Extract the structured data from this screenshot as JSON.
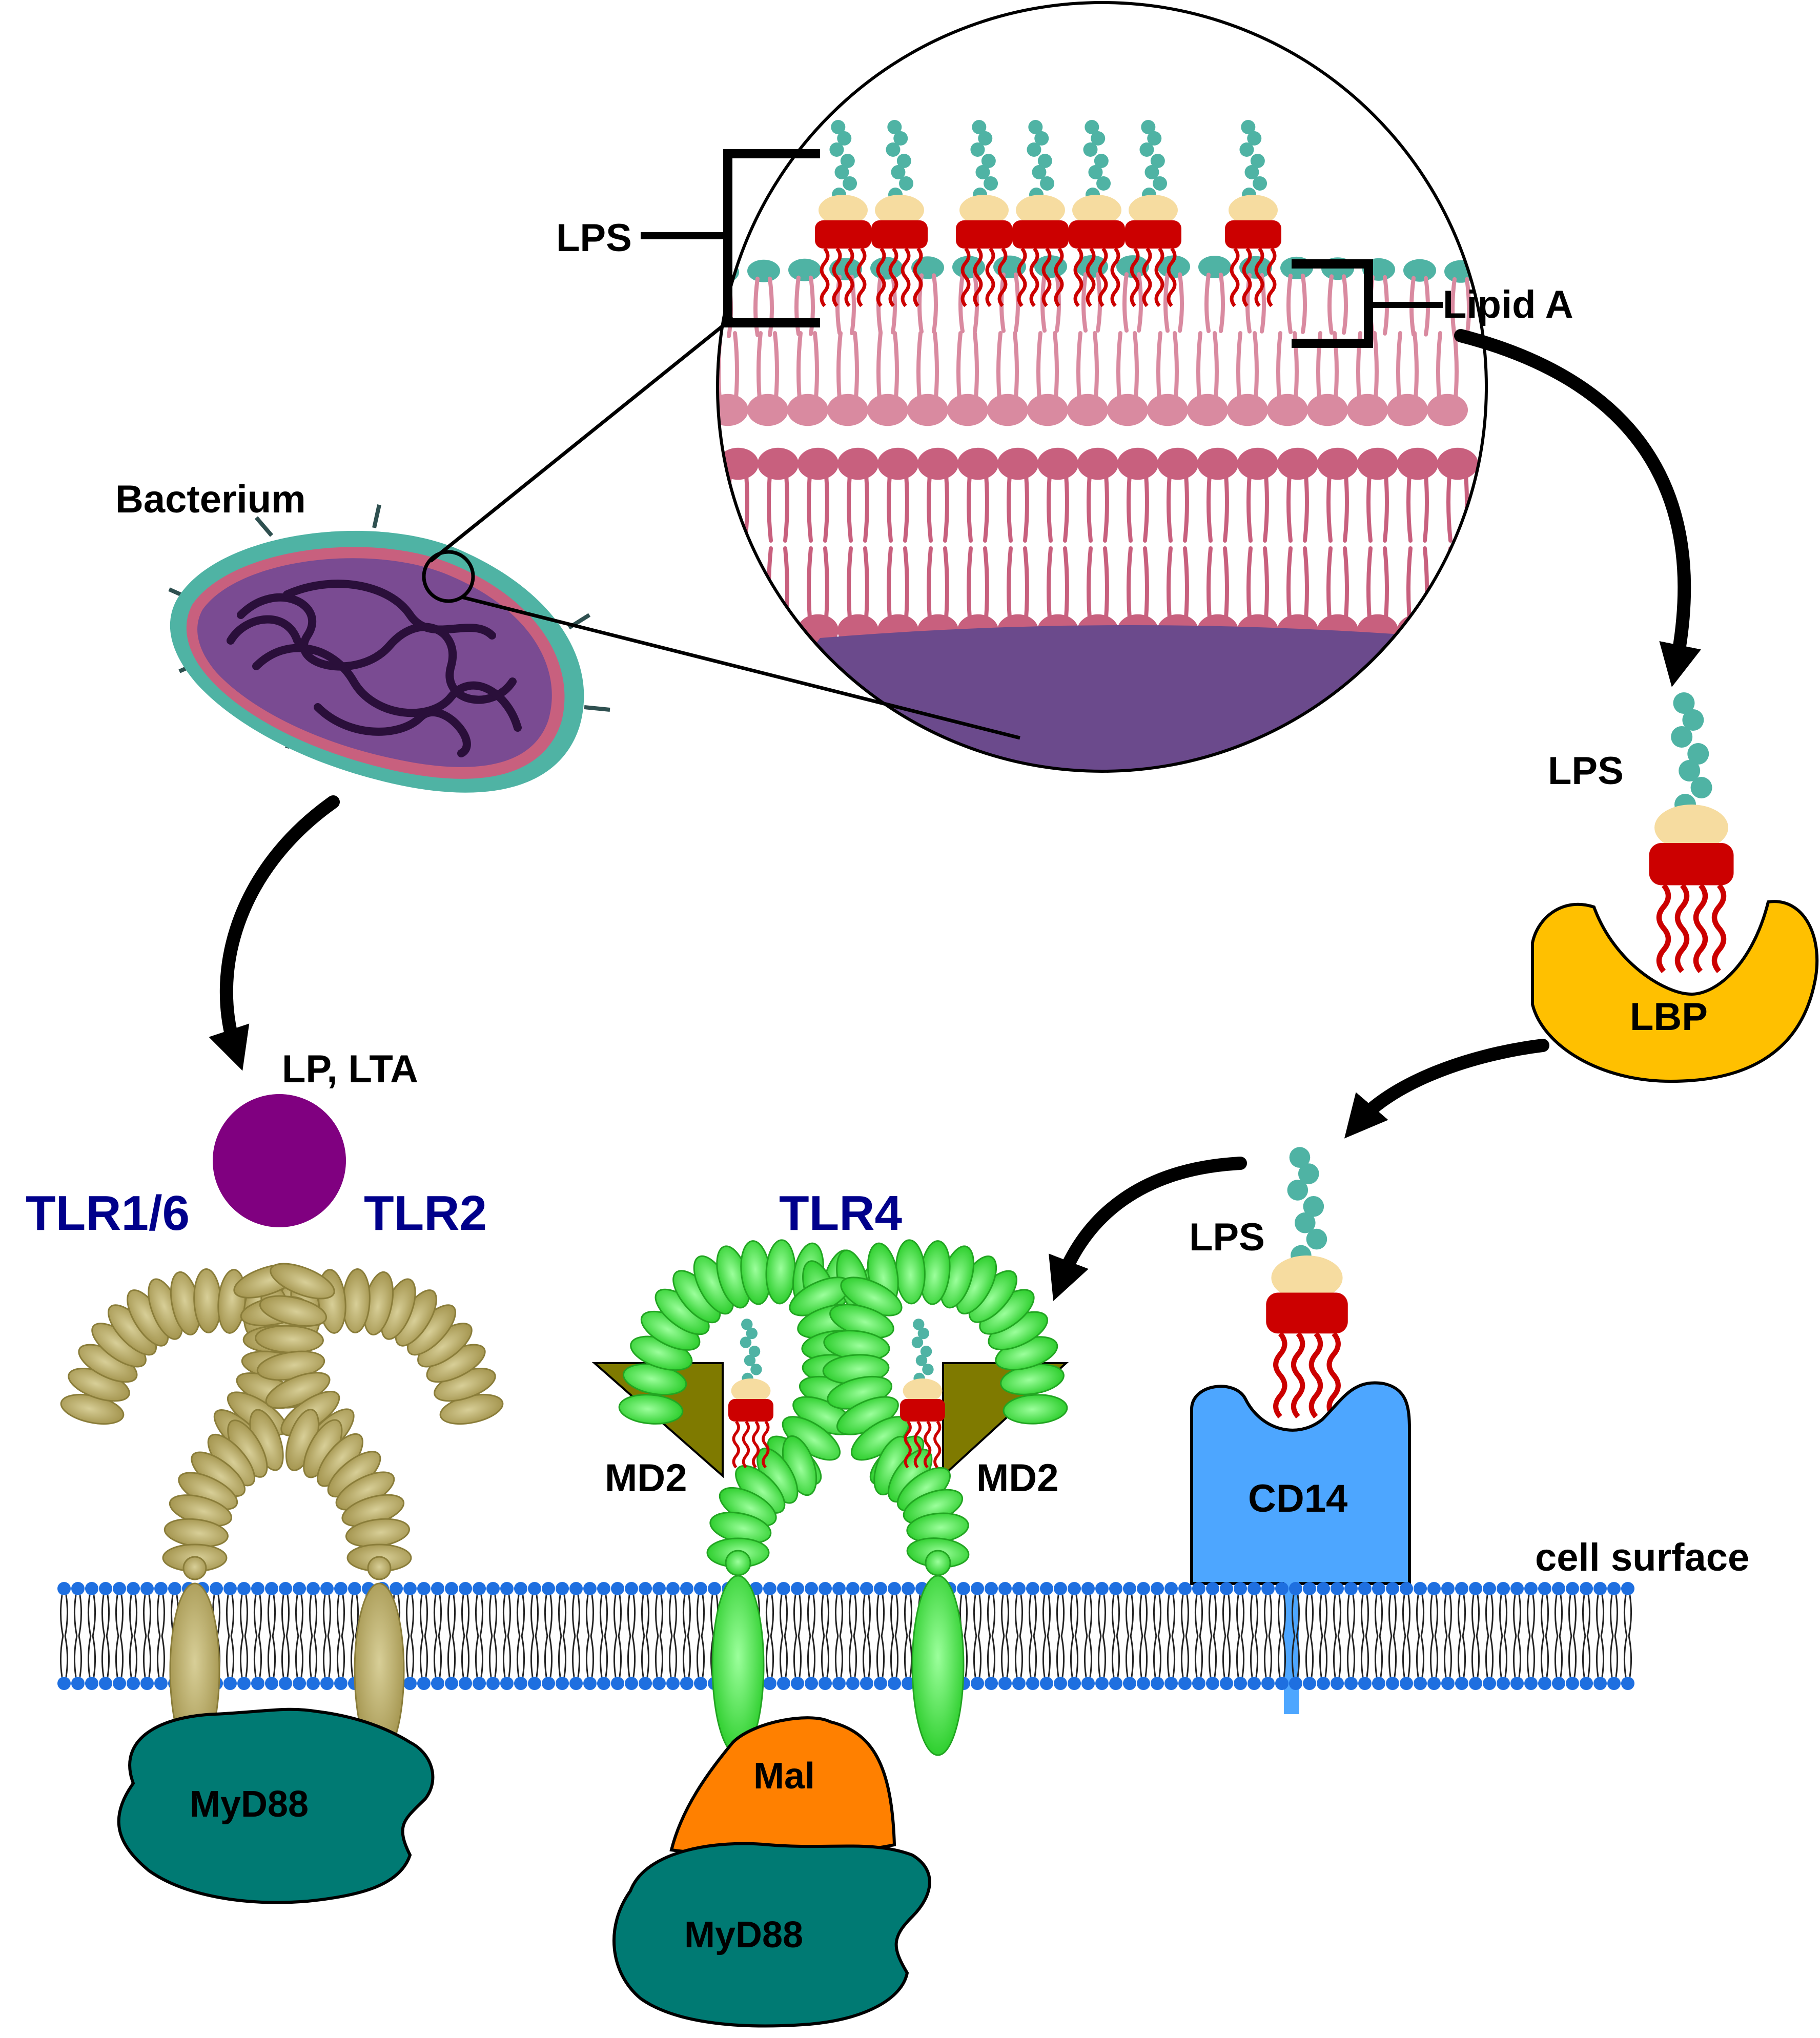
{
  "labels": {
    "lps_top": "LPS",
    "lipid_a": "Lipid A",
    "bacterium": "Bacterium",
    "lps_lbp": "LPS",
    "lbp": "LBP",
    "lp_lta": "LP, LTA",
    "tlr16": "TLR1/6",
    "tlr2": "TLR2",
    "tlr4": "TLR4",
    "md2_left": "MD2",
    "md2_right": "MD2",
    "lps_cd14": "LPS",
    "cd14": "CD14",
    "cell_surface": "cell surface",
    "myd88_left": "MyD88",
    "mal": "Mal",
    "myd88_right": "MyD88"
  },
  "colors": {
    "lps_sugar_chain": "#4fb3a4",
    "lps_core": "#f6dca0",
    "lipid_a_head": "#cc0000",
    "outer_membrane": "#d98aa0",
    "inner_membrane": "#c8607e",
    "cytoplasm": "#6b4a8c",
    "bacterium_body": "#7a4b92",
    "bacterium_coat": "#4fb3a4",
    "lbp": "#ffc000",
    "cd14": "#4da6ff",
    "lp_lta": "#800080",
    "tlr2": "#b5a865",
    "tlr4": "#45e045",
    "md2": "#7f7a00",
    "mal": "#ff8000",
    "myd88": "#007a73",
    "membrane_heads": "#1e6fe0",
    "label_blue": "#00008b",
    "arrow": "#000000"
  }
}
